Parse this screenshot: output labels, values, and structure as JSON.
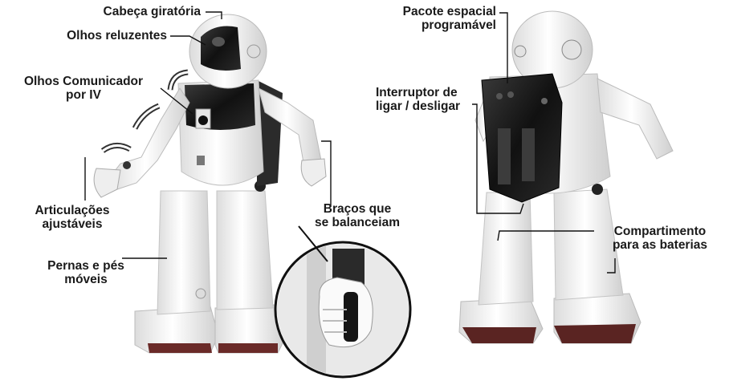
{
  "labels": {
    "cabeca": "Cabeça giratória",
    "olhos_reluzentes": "Olhos reluzentes",
    "olhos_comunicador_l1": "Olhos Comunicador",
    "olhos_comunicador_l2": "por IV",
    "articulacoes_l1": "Articulações",
    "articulacoes_l2": "ajustáveis",
    "pernas_l1": "Pernas e pés",
    "pernas_l2": "móveis",
    "bracos_l1": "Braços que",
    "bracos_l2": "se balanceiam",
    "pacote_l1": "Pacote espacial",
    "pacote_l2": "programável",
    "interruptor_l1": "Interruptor de",
    "interruptor_l2": "ligar / desligar",
    "compartimento_l1": "Compartimento",
    "compartimento_l2": "para as baterias"
  },
  "colors": {
    "robot_white": "#f4f4f4",
    "robot_shade": "#d6d6d6",
    "robot_dark": "#1c1c1c",
    "robot_grey": "#4a4a4a",
    "label_text": "#1a1a1a"
  }
}
